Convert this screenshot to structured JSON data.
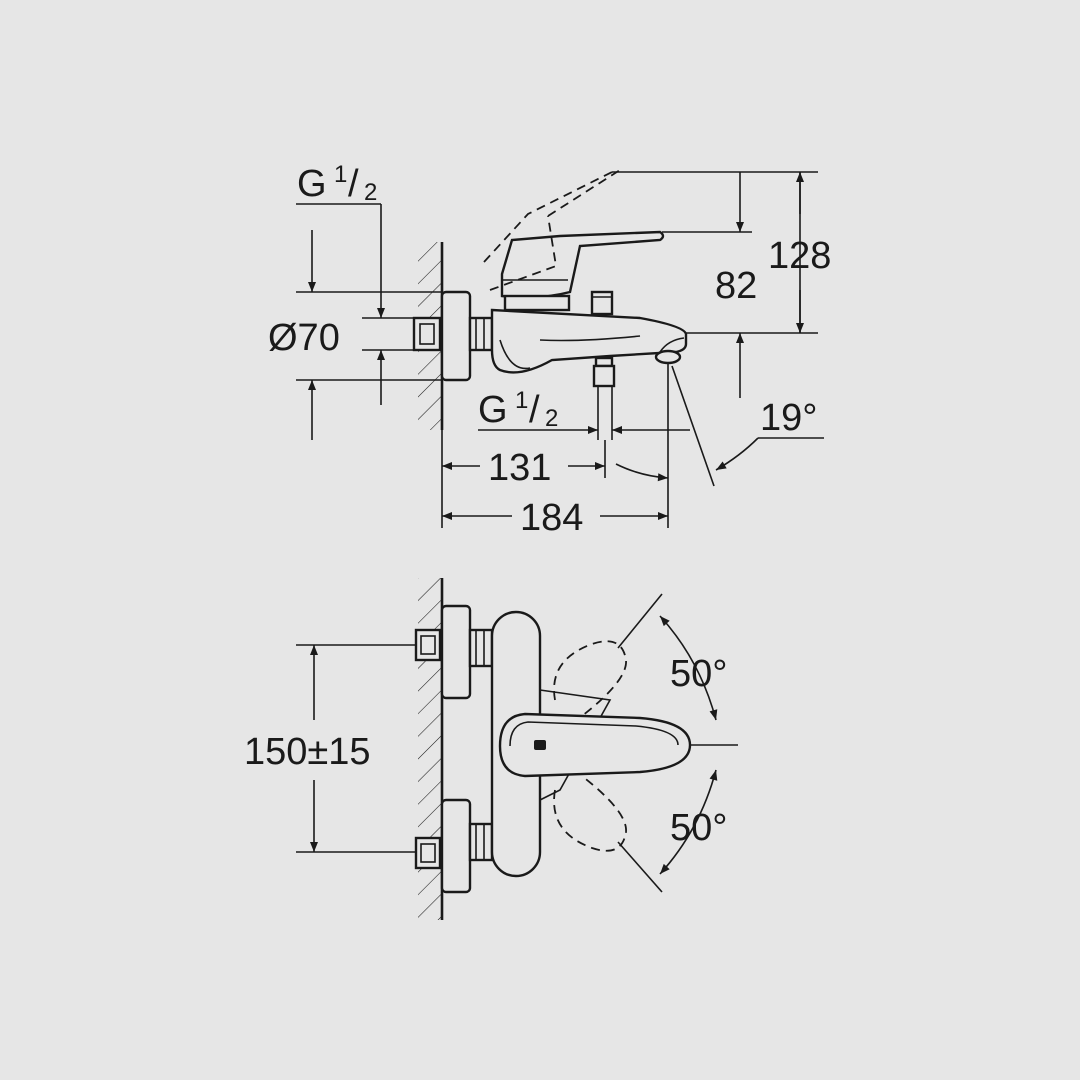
{
  "side_view": {
    "inlet_thread_major": "G",
    "inlet_thread_num": "1",
    "inlet_thread_den": "2",
    "outlet_thread_major": "G",
    "outlet_thread_num": "1",
    "outlet_thread_den": "2",
    "rosette_diameter": "Ø70",
    "height_total": "128",
    "height_spout": "82",
    "spout_projection": "131",
    "overall_depth": "184",
    "spout_angle": "19°"
  },
  "front_view": {
    "centre_distance": "150±15",
    "lever_angle_upper": "50°",
    "lever_angle_lower": "50°"
  }
}
